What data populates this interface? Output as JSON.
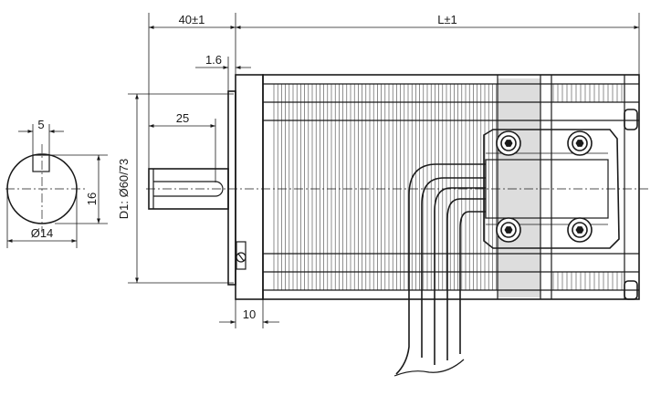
{
  "dimensions": {
    "shaft_to_flange": "40±1",
    "body_length": "L±1",
    "flange_thickness": "1.6",
    "key_length": "25",
    "key_width": "5",
    "shaft_flat": "16",
    "shaft_diameter": "Ø14",
    "flange_diameter": "D1: Ø60/73",
    "pilot_length": "10"
  },
  "colors": {
    "line": "#1a1a1a",
    "band": "#dddddd"
  }
}
